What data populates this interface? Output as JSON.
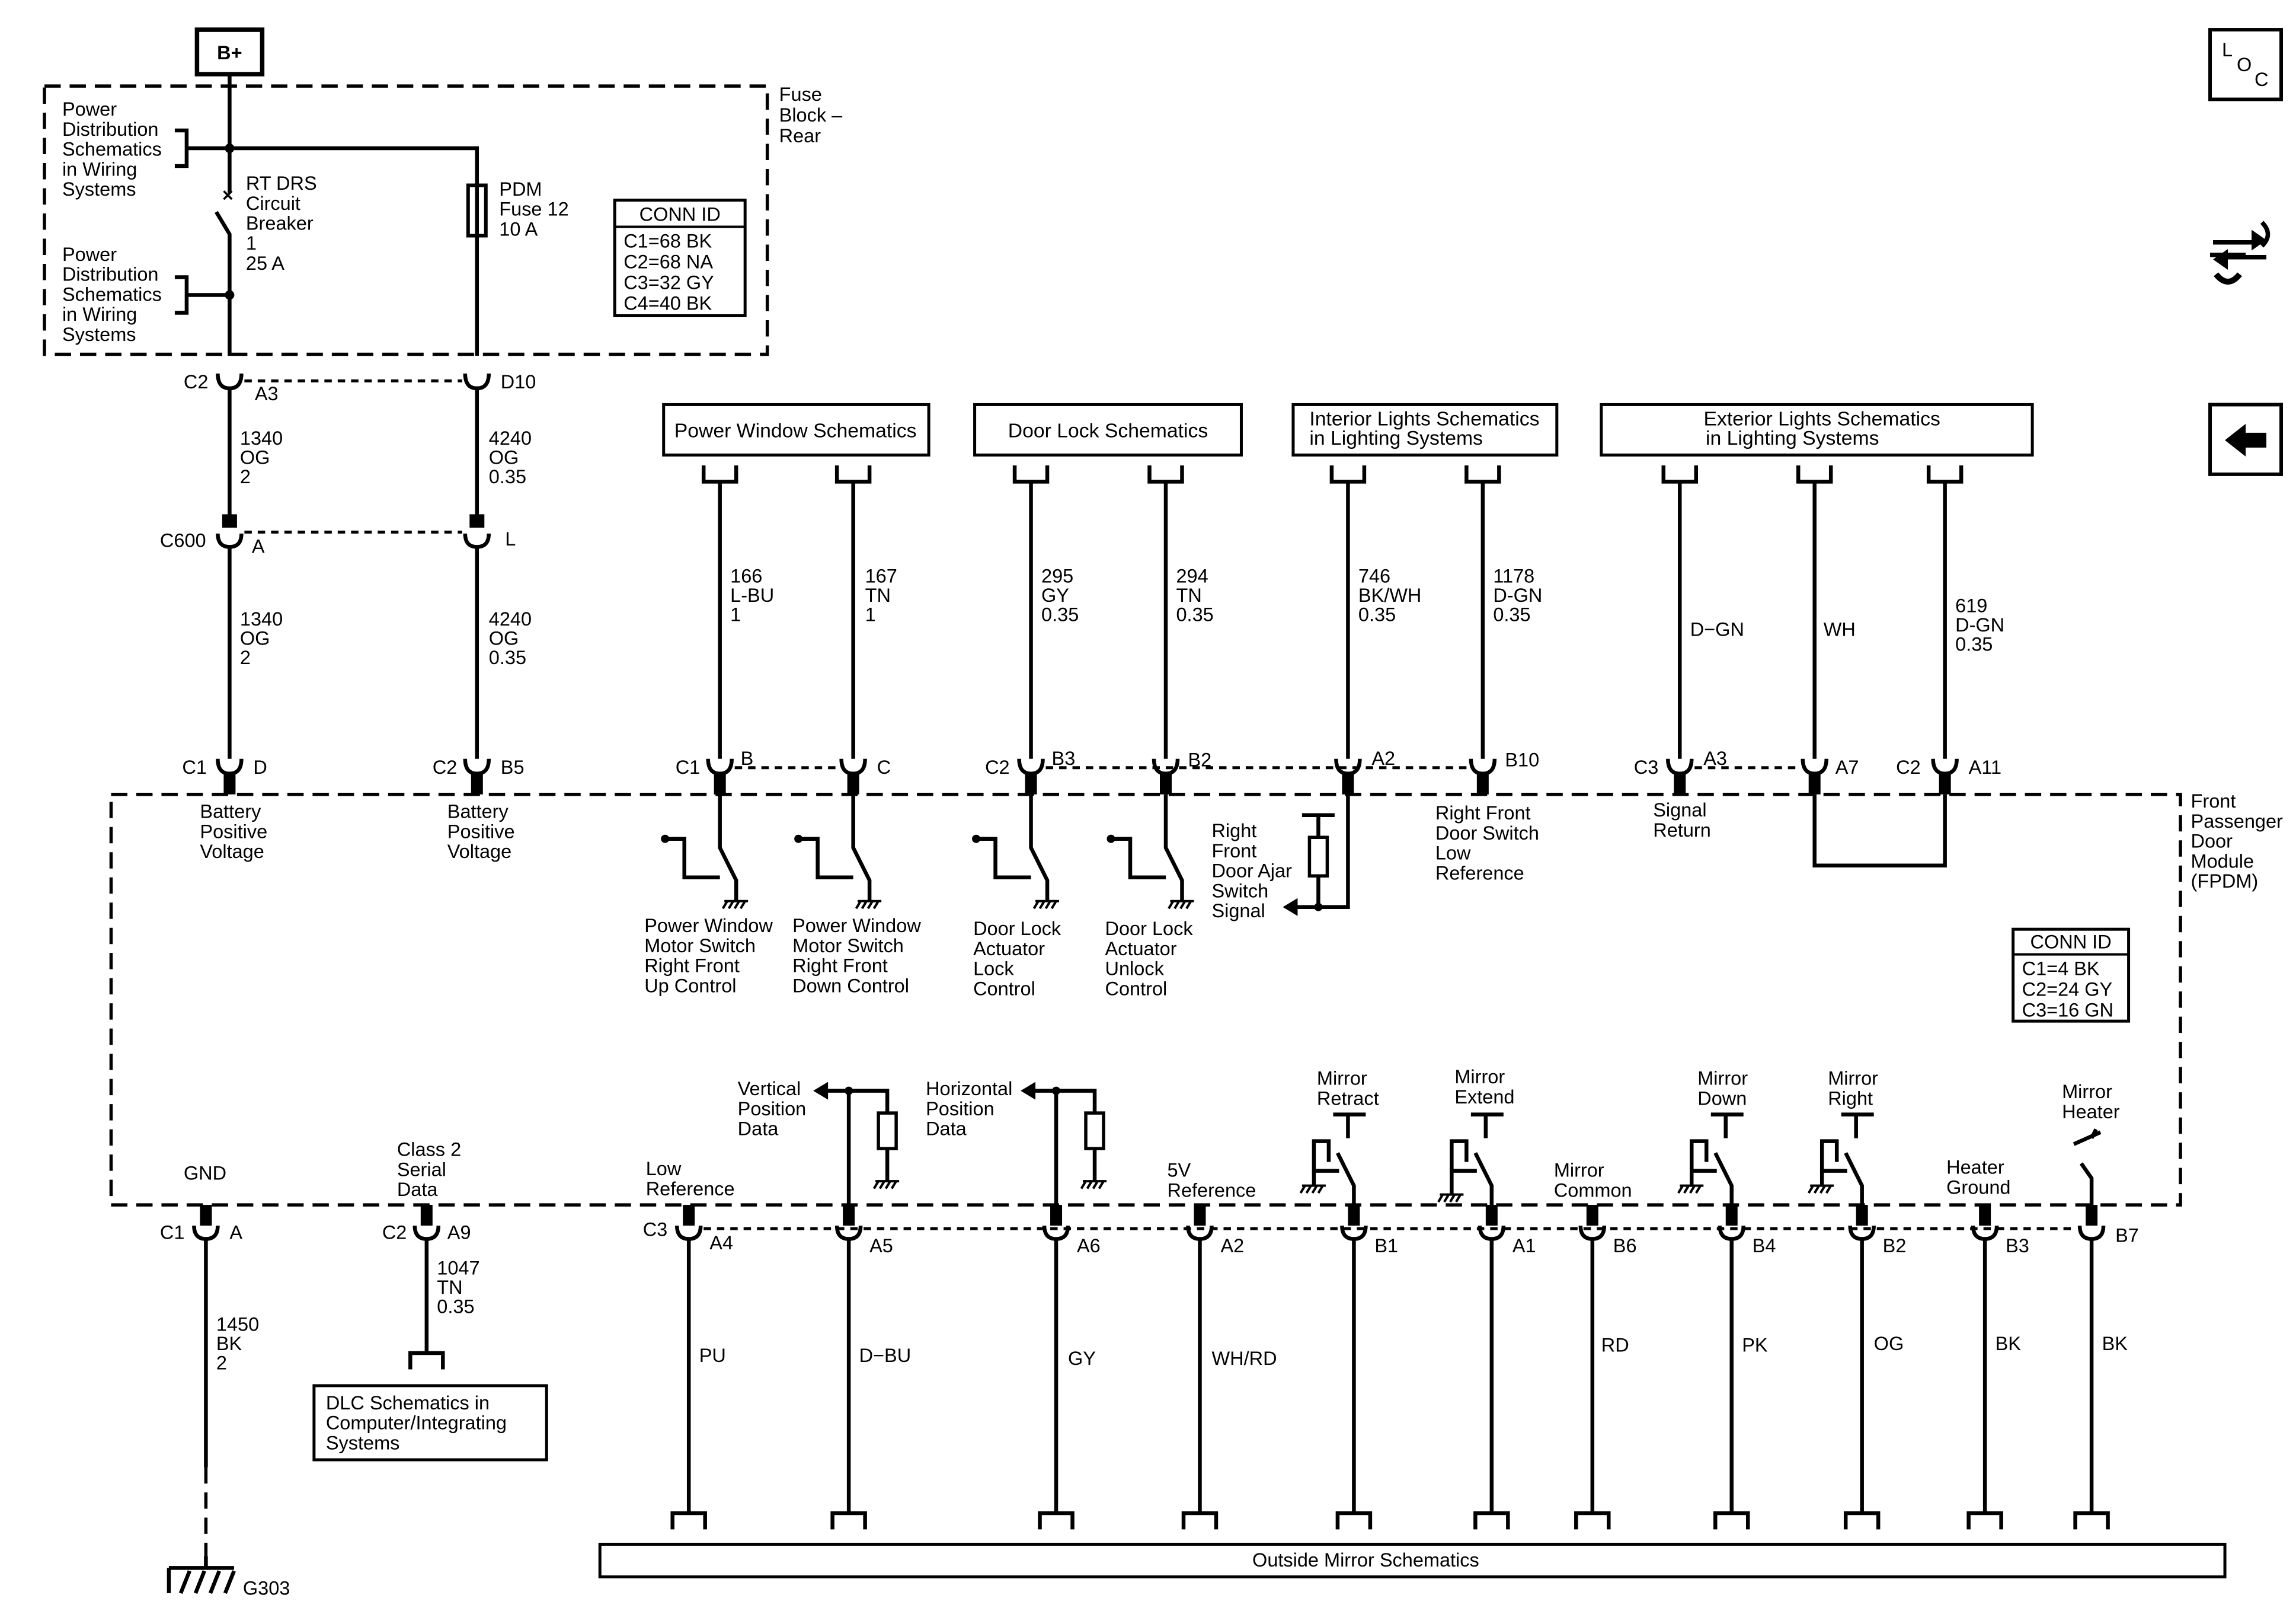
{
  "power_source": "B+",
  "fuse_block": {
    "label": [
      "Fuse",
      "Block –",
      "Rear"
    ],
    "power_dist_label_1": [
      "Power",
      "Distribution",
      "Schematics",
      "in Wiring",
      "Systems"
    ],
    "power_dist_label_2": [
      "Power",
      "Distribution",
      "Schematics",
      "in Wiring",
      "Systems"
    ],
    "breaker_label": [
      "RT DRS",
      "Circuit",
      "Breaker",
      "1",
      "25 A"
    ],
    "fuse_label": [
      "PDM",
      "Fuse 12",
      "10 A"
    ],
    "conn_id": {
      "title": "CONN ID",
      "rows": [
        "C1=68 BK",
        "C2=68 NA",
        "C3=32 GY",
        "C4=40 BK"
      ]
    }
  },
  "fuse_block_connectors": {
    "left": {
      "conn": "C2",
      "pin": "A3"
    },
    "right": {
      "pin": "D10"
    }
  },
  "wires_upper": {
    "left_1": [
      "1340",
      "OG",
      "2"
    ],
    "right_1": [
      "4240",
      "OG",
      "0.35"
    ],
    "left_2": [
      "1340",
      "OG",
      "2"
    ],
    "right_2": [
      "4240",
      "OG",
      "0.35"
    ]
  },
  "inline_connector": {
    "conn": "C600",
    "left_pin": "A",
    "right_pin": "L"
  },
  "module": {
    "name": [
      "Front",
      "Passenger",
      "Door",
      "Module",
      "(FPDM)"
    ],
    "conn_id": {
      "title": "CONN ID",
      "rows": [
        "C1=4 BK",
        "C2=24 GY",
        "C3=16 GN"
      ]
    }
  },
  "top_boxes": [
    {
      "lines": [
        "Power Window Schematics"
      ]
    },
    {
      "lines": [
        "Door Lock Schematics"
      ]
    },
    {
      "lines": [
        "Interior Lights Schematics",
        "in Lighting Systems"
      ]
    },
    {
      "lines": [
        "Exterior Lights Schematics",
        "in Lighting Systems"
      ]
    }
  ],
  "top_wires": [
    [
      "166",
      "L-BU",
      "1"
    ],
    [
      "167",
      "TN",
      "1"
    ],
    [
      "295",
      "GY",
      "0.35"
    ],
    [
      "294",
      "TN",
      "0.35"
    ],
    [
      "746",
      "BK/WH",
      "0.35"
    ],
    [
      "1178",
      "D-GN",
      "0.35"
    ],
    [
      "D−GN"
    ],
    [
      "WH"
    ],
    [
      "619",
      "D-GN",
      "0.35"
    ]
  ],
  "top_pins": [
    {
      "conn": "C1",
      "pin": "D"
    },
    {
      "conn": "C2",
      "pin": "B5"
    },
    {
      "conn": "C1",
      "pin": "B"
    },
    {
      "conn": "",
      "pin": "C"
    },
    {
      "conn": "C2",
      "pin": "B3"
    },
    {
      "conn": "",
      "pin": "B2"
    },
    {
      "conn": "",
      "pin": "A2"
    },
    {
      "conn": "",
      "pin": "B10"
    },
    {
      "conn": "C3",
      "pin": "A3"
    },
    {
      "conn": "",
      "pin": "A7"
    },
    {
      "conn": "C2",
      "pin": "A11"
    }
  ],
  "module_signals_top": {
    "battery_1": [
      "Battery",
      "Positive",
      "Voltage"
    ],
    "battery_2": [
      "Battery",
      "Positive",
      "Voltage"
    ],
    "pw_up": [
      "Power Window",
      "Motor Switch",
      "Right Front",
      "Up Control"
    ],
    "pw_down": [
      "Power Window",
      "Motor Switch",
      "Right Front",
      "Down Control"
    ],
    "lock": [
      "Door Lock",
      "Actuator",
      "Lock",
      "Control"
    ],
    "unlock": [
      "Door Lock",
      "Actuator",
      "Unlock",
      "Control"
    ],
    "ajar": [
      "Right",
      "Front",
      "Door Ajar",
      "Switch",
      "Signal"
    ],
    "low_ref": [
      "Right Front",
      "Door Switch",
      "Low",
      "Reference"
    ],
    "signal_return": [
      "Signal",
      "Return"
    ]
  },
  "module_signals_bottom": {
    "gnd": "GND",
    "class2": [
      "Class 2",
      "Serial",
      "Data"
    ],
    "low_ref": [
      "Low",
      "Reference"
    ],
    "vertical": [
      "Vertical",
      "Position",
      "Data"
    ],
    "horizontal": [
      "Horizontal",
      "Position",
      "Data"
    ],
    "five_v": [
      "5V",
      "Reference"
    ],
    "retract": [
      "Mirror",
      "Retract"
    ],
    "extend": [
      "Mirror",
      "Extend"
    ],
    "common": [
      "Mirror",
      "Common"
    ],
    "down": [
      "Mirror",
      "Down"
    ],
    "right": [
      "Mirror",
      "Right"
    ],
    "heater_ground": [
      "Heater",
      "Ground"
    ],
    "heater": [
      "Mirror",
      "Heater"
    ]
  },
  "bottom_pins": [
    {
      "conn": "C1",
      "pin": "A"
    },
    {
      "conn": "C2",
      "pin": "A9"
    },
    {
      "conn": "C3",
      "pin": "A4"
    },
    {
      "conn": "",
      "pin": "A5"
    },
    {
      "conn": "",
      "pin": "A6"
    },
    {
      "conn": "",
      "pin": "A2"
    },
    {
      "conn": "",
      "pin": "B1"
    },
    {
      "conn": "",
      "pin": "A1"
    },
    {
      "conn": "",
      "pin": "B6"
    },
    {
      "conn": "",
      "pin": "B4"
    },
    {
      "conn": "",
      "pin": "B2"
    },
    {
      "conn": "",
      "pin": "B3"
    },
    {
      "conn": "",
      "pin": "B7"
    }
  ],
  "bottom_wires": {
    "gnd": [
      "1450",
      "BK",
      "2"
    ],
    "class2": [
      "1047",
      "TN",
      "0.35"
    ],
    "mirror_colors": [
      "PU",
      "D−BU",
      "GY",
      "WH/RD",
      "RD",
      "PK",
      "OG",
      "BK",
      "BK"
    ]
  },
  "dlc_box": [
    "DLC Schematics in",
    "Computer/Integrating",
    "Systems"
  ],
  "ground": "G303",
  "mirror_box": "Outside Mirror Schematics",
  "nav_icons": {
    "loc": [
      "L",
      "O",
      "C"
    ],
    "swap": "swap-arrows-icon",
    "back": "back-arrow-icon"
  }
}
